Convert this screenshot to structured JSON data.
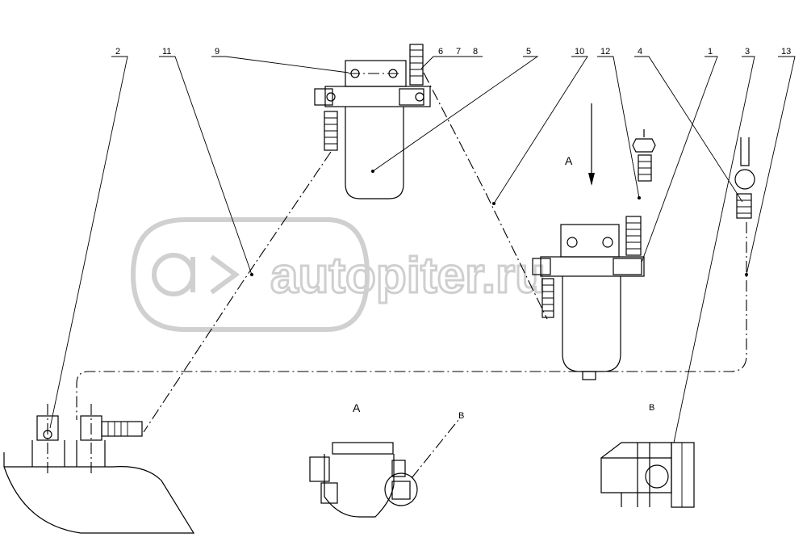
{
  "drawing": {
    "callouts": [
      {
        "id": "c2",
        "label": "2"
      },
      {
        "id": "c11",
        "label": "11"
      },
      {
        "id": "c9",
        "label": "9"
      },
      {
        "id": "c6",
        "label": "6"
      },
      {
        "id": "c7",
        "label": "7"
      },
      {
        "id": "c8",
        "label": "8"
      },
      {
        "id": "c5",
        "label": "5"
      },
      {
        "id": "c10",
        "label": "10"
      },
      {
        "id": "c12",
        "label": "12"
      },
      {
        "id": "c4",
        "label": "4"
      },
      {
        "id": "c1",
        "label": "1"
      },
      {
        "id": "c3",
        "label": "3"
      },
      {
        "id": "c13",
        "label": "13"
      }
    ],
    "view_labels": {
      "arrow_a": "A",
      "section_a": "A",
      "detail_b_ref": "B",
      "detail_b": "B"
    }
  },
  "watermark": {
    "text": "autopiter.ru",
    "color": "#cfcfcf"
  }
}
